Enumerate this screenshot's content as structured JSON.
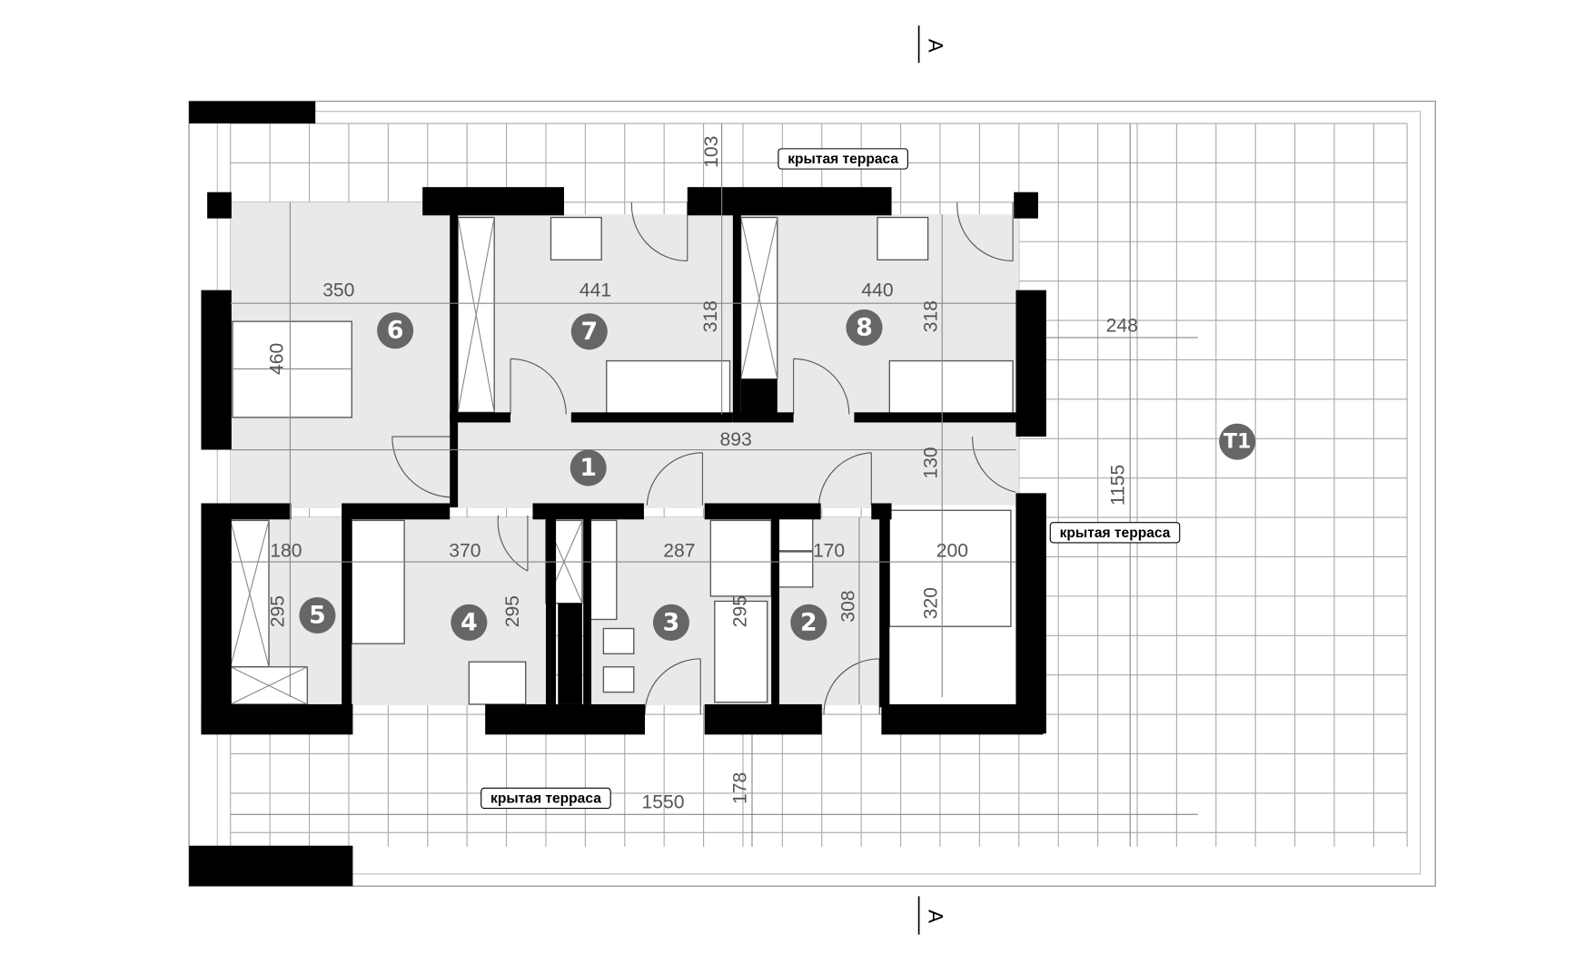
{
  "section_marks": [
    "A",
    "A"
  ],
  "terrace_labels": [
    "крытая терраса",
    "крытая терраса",
    "крытая терраса"
  ],
  "rooms": [
    "1",
    "2",
    "3",
    "4",
    "5",
    "6",
    "7",
    "8"
  ],
  "terrace_id": "T1",
  "dims": {
    "d350": "350",
    "d441": "441",
    "d440": "440",
    "d318a": "318",
    "d318b": "318",
    "d460": "460",
    "d248": "248",
    "d893": "893",
    "d130": "130",
    "d1155": "1155",
    "d103": "103",
    "d180": "180",
    "d370": "370",
    "d287": "287",
    "d170": "170",
    "d200": "200",
    "d295a": "295",
    "d295b": "295",
    "d295c": "295",
    "d308": "308",
    "d320": "320",
    "d178": "178",
    "d1550": "1550"
  },
  "colors": {
    "wall": "#000000",
    "floor": "#e9e9e9",
    "marker": "#666666"
  }
}
